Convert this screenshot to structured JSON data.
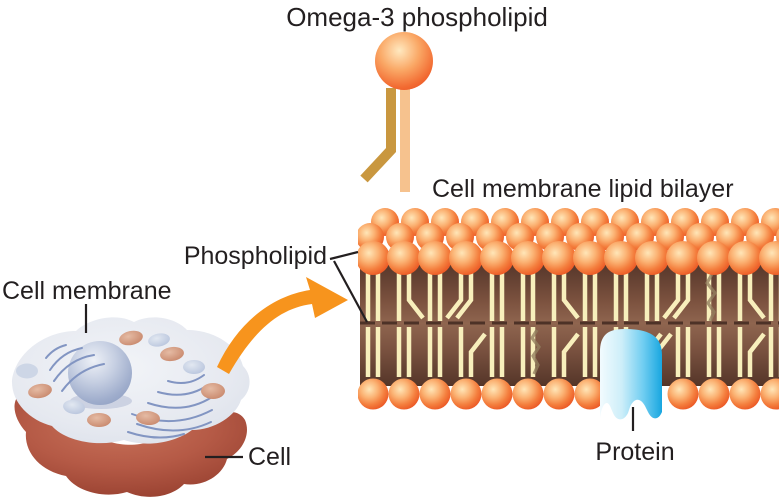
{
  "labels": {
    "omega3": "Omega-3 phospholipid",
    "bilayer": "Cell membrane lipid bilayer",
    "phospholipid": "Phospholipid",
    "cell_membrane": "Cell membrane",
    "cell": "Cell",
    "protein": "Protein"
  },
  "colors": {
    "sphere_highlight": "#ffe6b8",
    "sphere_edge": "#e64d20",
    "tail_light": "#f8efbc",
    "omega_tail_dark": "#c9973f",
    "omega_tail_light": "#f6c28e",
    "membrane_brown": "#7c523f",
    "protein_blue": "#18a6e0",
    "arrow_orange": "#f7941d",
    "cell_body_red": "#a84a38",
    "cell_surface_gray": "#e6e9f0",
    "nucleus_blue": "#9fadcc",
    "text": "#231f20"
  }
}
